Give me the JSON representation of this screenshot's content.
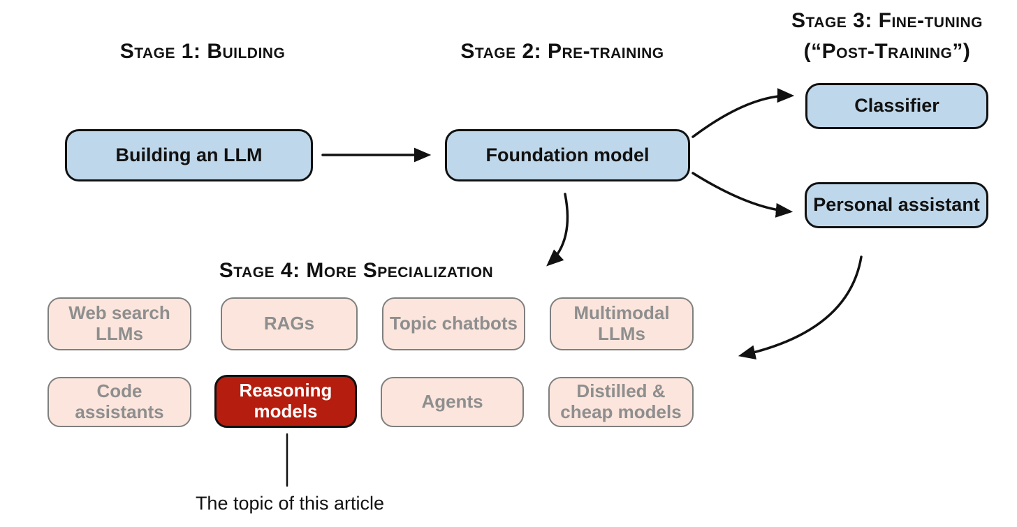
{
  "headings": {
    "stage1": "Stage 1: Building",
    "stage2": "Stage 2: Pre-training",
    "stage3_line1": "Stage 3: Fine-tuning",
    "stage3_line2": "(“Post-Training”)",
    "stage4": "Stage 4: More Specialization"
  },
  "nodes": {
    "building": {
      "label": "Building an LLM"
    },
    "foundation": {
      "label": "Foundation model"
    },
    "classifier": {
      "label": "Classifier"
    },
    "personal_assistant": {
      "label": "Personal assistant"
    },
    "web_search": {
      "label": "Web search LLMs"
    },
    "rags": {
      "label": "RAGs"
    },
    "topic_chatbots": {
      "label": "Topic chatbots"
    },
    "multimodal": {
      "label": "Multimodal LLMs"
    },
    "code_assistants": {
      "label": "Code assistants"
    },
    "reasoning": {
      "label": "Reasoning models"
    },
    "agents": {
      "label": "Agents"
    },
    "distilled": {
      "label": "Distilled & cheap models"
    }
  },
  "annotation": {
    "text": "The topic of this article"
  },
  "colors": {
    "stage_box_fill": "#bfd7ea",
    "stage_box_border": "#111111",
    "specialization_fill": "#fbe5dc",
    "specialization_border": "#7f7f7f",
    "specialization_text": "#8e8e8e",
    "highlight_fill": "#b51d0e",
    "highlight_text": "#ffffff",
    "arrow_color": "#111111",
    "background": "#ffffff"
  }
}
